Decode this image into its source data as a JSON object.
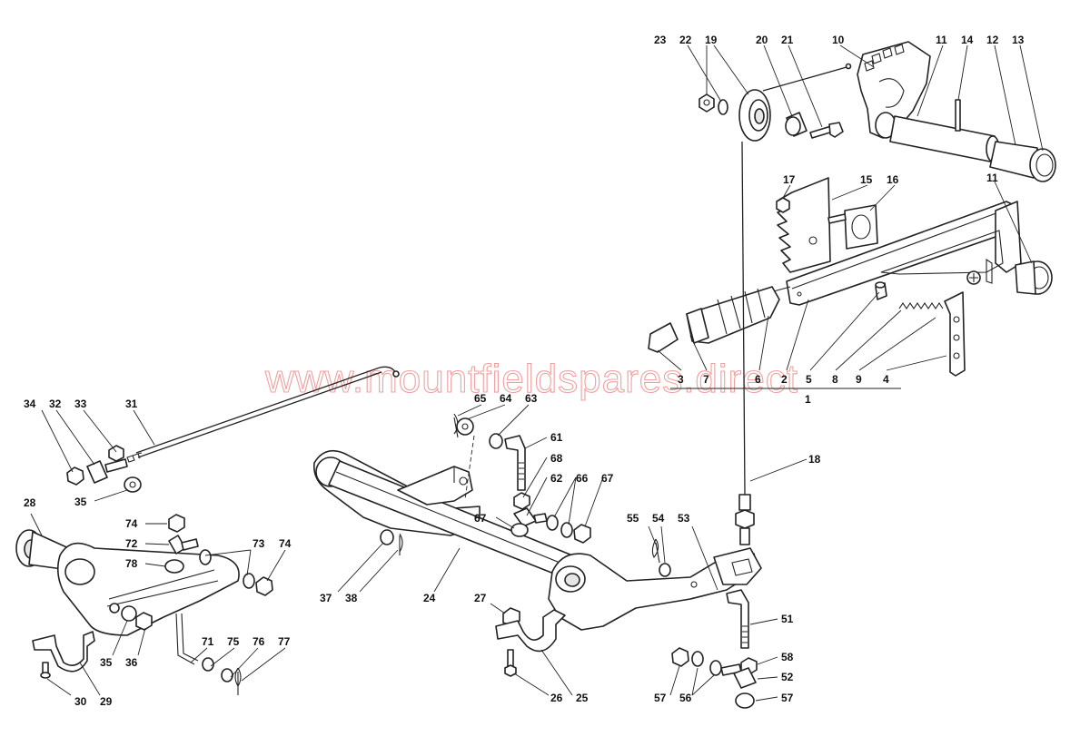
{
  "watermark": "www.mountfieldspares.direct",
  "colors": {
    "line": "#222222",
    "watermark": "#f0a0a0",
    "background": "#ffffff"
  },
  "labels": {
    "n1": "1",
    "n2": "2",
    "n3": "3",
    "n4": "4",
    "n5": "5",
    "n6": "6",
    "n7": "7",
    "n8": "8",
    "n9": "9",
    "n10": "10",
    "n11": "11",
    "n12": "12",
    "n13": "13",
    "n14": "14",
    "n15": "15",
    "n16": "16",
    "n17": "17",
    "n18": "18",
    "n19": "19",
    "n20": "20",
    "n21": "21",
    "n22": "22",
    "n23": "23",
    "n24": "24",
    "n25": "25",
    "n26": "26",
    "n27": "27",
    "n28": "28",
    "n29": "29",
    "n30": "30",
    "n31": "31",
    "n32": "32",
    "n33": "33",
    "n34": "34",
    "n35": "35",
    "n36": "36",
    "n37": "37",
    "n38": "38",
    "n51": "51",
    "n52": "52",
    "n53": "53",
    "n54": "54",
    "n55": "55",
    "n56": "56",
    "n57": "57",
    "n58": "58",
    "n61": "61",
    "n62": "62",
    "n63": "63",
    "n64": "64",
    "n65": "65",
    "n66": "66",
    "n67": "67",
    "n68": "68",
    "n71": "71",
    "n72": "72",
    "n73": "73",
    "n74": "74",
    "n75": "75",
    "n76": "76",
    "n77": "77",
    "n78": "78"
  }
}
